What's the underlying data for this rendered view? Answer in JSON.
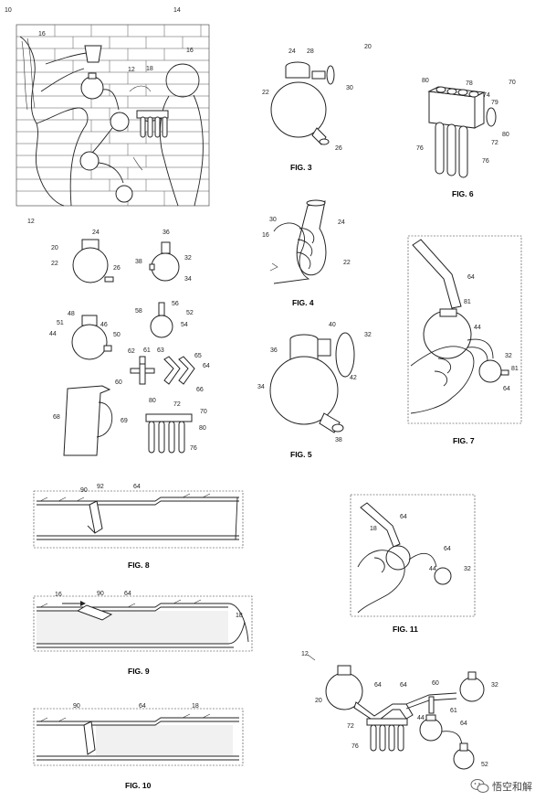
{
  "figures": {
    "fig1": {
      "refs": [
        "10",
        "14",
        "16",
        "12",
        "18",
        "16"
      ]
    },
    "fig2": {
      "refs": [
        "12",
        "24",
        "20",
        "22",
        "26",
        "36",
        "32",
        "38",
        "34",
        "48",
        "51",
        "46",
        "44",
        "50",
        "56",
        "58",
        "52",
        "54",
        "62",
        "61",
        "63",
        "65",
        "60",
        "64",
        "66",
        "68",
        "69",
        "80",
        "72",
        "70",
        "80",
        "76"
      ]
    },
    "fig3": {
      "label": "FIG. 3",
      "refs": [
        "24",
        "28",
        "20",
        "22",
        "30",
        "26"
      ]
    },
    "fig4": {
      "label": "FIG. 4",
      "refs": [
        "30",
        "16",
        "24",
        "22"
      ]
    },
    "fig5": {
      "label": "FIG. 5",
      "refs": [
        "40",
        "32",
        "36",
        "34",
        "42",
        "38"
      ]
    },
    "fig6": {
      "label": "FIG. 6",
      "refs": [
        "70",
        "80",
        "78",
        "74",
        "79",
        "72",
        "80",
        "76",
        "76"
      ]
    },
    "fig7": {
      "label": "FIG. 7",
      "refs": [
        "64",
        "81",
        "44",
        "32",
        "81",
        "64"
      ]
    },
    "fig8": {
      "label": "FIG. 8",
      "refs": [
        "90",
        "92",
        "64"
      ]
    },
    "fig9": {
      "label": "FIG. 9",
      "refs": [
        "16",
        "90",
        "64",
        "18"
      ]
    },
    "fig10": {
      "label": "FIG. 10",
      "refs": [
        "90",
        "64",
        "18"
      ]
    },
    "fig11": {
      "label": "FIG. 11",
      "refs": [
        "64",
        "18",
        "64",
        "44",
        "32"
      ]
    },
    "fig12": {
      "refs": [
        "12",
        "20",
        "64",
        "64",
        "60",
        "32",
        "61",
        "72",
        "44",
        "76",
        "64",
        "52"
      ]
    }
  },
  "watermark": {
    "text": "悟空和解",
    "icon": "wechat-icon"
  }
}
